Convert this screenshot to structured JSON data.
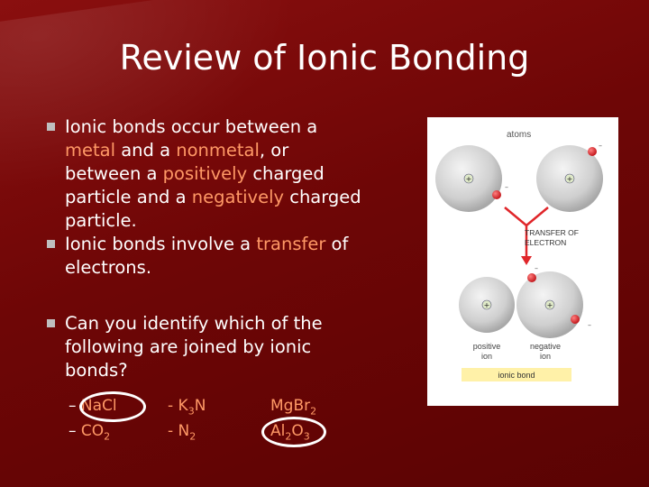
{
  "slide": {
    "title": "Review of Ionic Bonding",
    "bullet1": {
      "t1": "Ionic bonds occur between a",
      "metal": "metal",
      "t2": " and a ",
      "nonmetal": "nonmetal",
      "t3": ", or",
      "t4": "between a ",
      "positively": "positively",
      "t5": " charged",
      "t6": "particle and a ",
      "negatively": "negatively",
      "t7": " charged",
      "t8": "particle."
    },
    "bullet2": {
      "t1": "Ionic bonds involve a ",
      "transfer": "transfer",
      "t2": " of",
      "t3": "electrons."
    },
    "bullet3": {
      "t1": "Can you identify which of the",
      "t2": "following are joined by ionic",
      "t3": "bonds?"
    },
    "compounds": {
      "nacl_dash": "–",
      "nacl": "NaCl",
      "co2_dash": "–",
      "co2": "CO",
      "co2_sub": "2",
      "k3n_a": "- K",
      "k3n_sub": "3",
      "k3n_b": "N",
      "n2_a": "- N",
      "n2_sub": "2",
      "mgbr_a": "MgBr",
      "mgbr_sub": "2",
      "al_a": "Al",
      "al_sub1": "2",
      "al_b": "O",
      "al_sub2": "3"
    },
    "figure": {
      "atoms": "atoms",
      "transfer_line1": "TRANSFER OF",
      "transfer_line2": "ELECTRON",
      "positive_ion_1": "positive",
      "positive_ion_2": "ion",
      "negative_ion_1": "negative",
      "negative_ion_2": "ion",
      "ionic_bond": "ionic bond",
      "plus": "+",
      "minus": "–"
    }
  },
  "colors": {
    "background": "#7a0a0a",
    "highlight": "#ff9966",
    "text": "#ffffff",
    "bullet_square": "#bfbfbf",
    "ionic_bond_bar": "#fff1a8",
    "electron": "#e0262a"
  }
}
